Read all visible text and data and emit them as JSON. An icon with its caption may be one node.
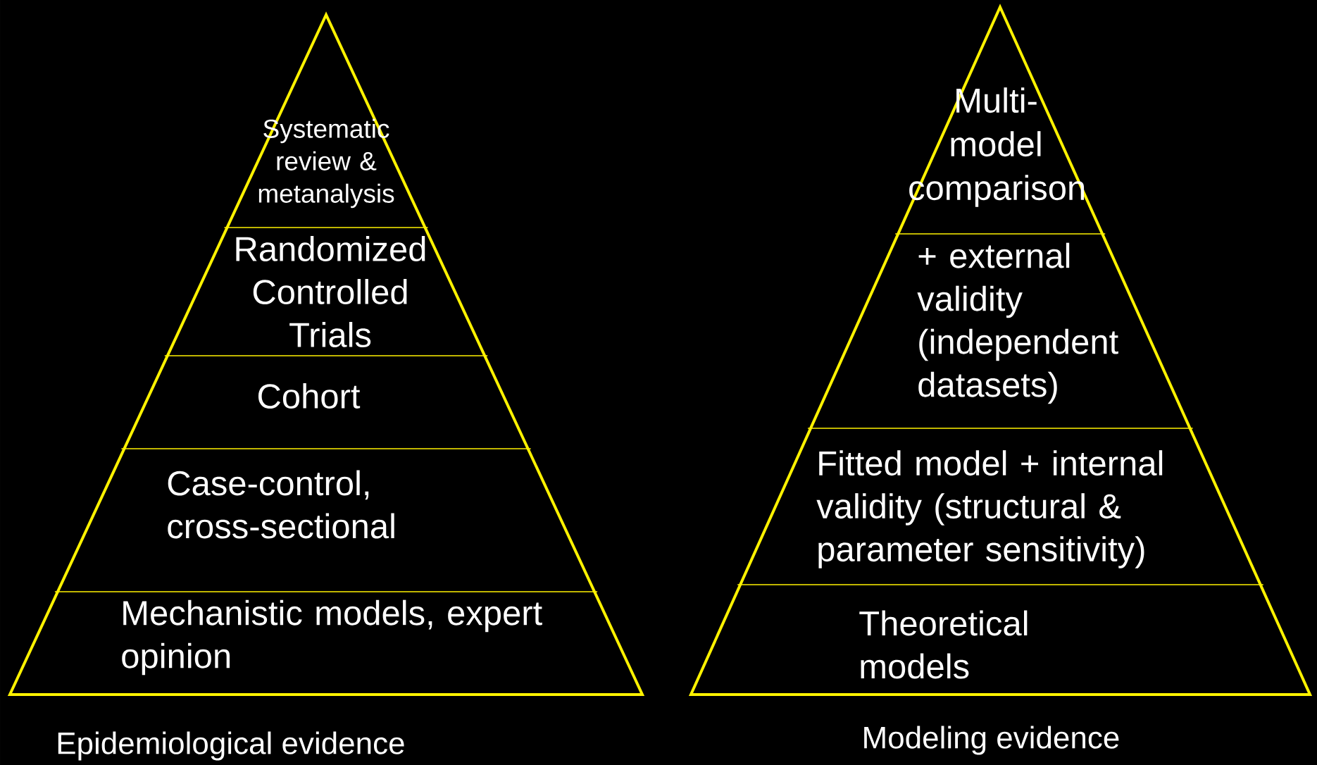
{
  "diagram": {
    "nodes": [
      {
        "text": [
          "Epidemiological evidence"
        ]
      },
      {
        "text": [
          "Systematic review & metanalysis"
        ],
        "in": 0
      },
      {
        "text": [
          "Randomized Controlled Trials"
        ],
        "in": 0
      },
      {
        "text": [
          "Cohort"
        ],
        "in": 0
      },
      {
        "text": [
          "Case-control, cross-sectional"
        ],
        "in": 0
      },
      {
        "text": [
          "Mechanistic models, expert opinion"
        ],
        "in": 0
      },
      {
        "text": [
          "Modeling evidence"
        ]
      },
      {
        "text": [
          "Multi-model comparison"
        ],
        "in": 6
      },
      {
        "text": [
          "+ external validity (independent datasets)"
        ],
        "in": 6
      },
      {
        "text": [
          "Fitted model + internal validity (structural & parameter sensitivity)"
        ],
        "in": 6
      },
      {
        "text": [
          "Theoretical models"
        ],
        "in": 6
      }
    ]
  }
}
